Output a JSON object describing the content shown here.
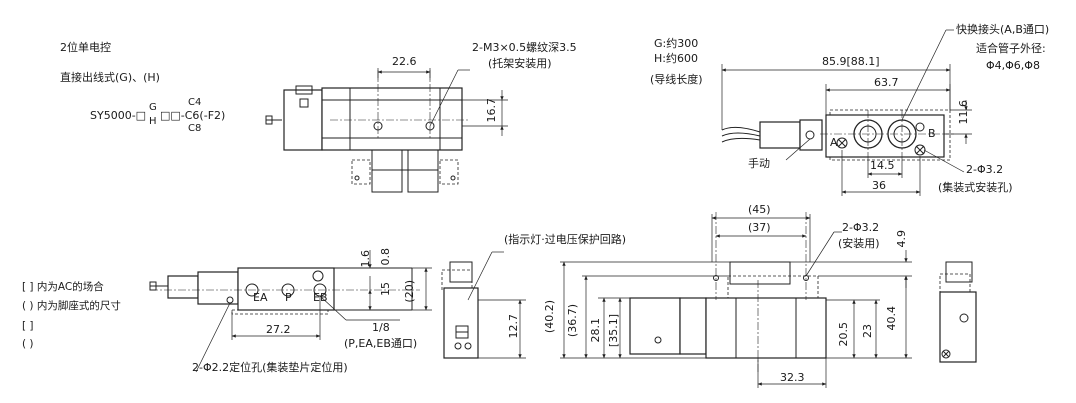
{
  "title_block": {
    "model_type": "2位单电控",
    "wiring_type": "直接出线式(G)、(H)",
    "model_prefix": "SY5000-□",
    "model_g": "G",
    "model_h": "H",
    "model_mid": "□□-C6(-F2)",
    "model_c4": "C4",
    "model_c8": "C8"
  },
  "legend": {
    "row1_bracket": "[  ]",
    "row1_text": "内为AC的场合",
    "row2_bracket": "(  )",
    "row2_text": "内为脚座式的尺寸",
    "row3_bracket": "[  ]",
    "row4_bracket": "(  )"
  },
  "top_view": {
    "dim_width": "22.6",
    "dim_height": "16.7",
    "screw_note": "2-M3×0.5螺纹深3.5",
    "screw_note2": "(托架安装用)"
  },
  "top_right_view": {
    "lead_g": "G:约300",
    "lead_h": "H:约600",
    "lead_note": "(导线长度)",
    "dim_overall": "85.9[88.1]",
    "dim_637": "63.7",
    "dim_116": "11.6",
    "dim_145": "14.5",
    "dim_36": "36",
    "label_a": "A",
    "label_b": "B",
    "fitting_note": "快换接头(A,B通口)",
    "tube_note": "适合管子外径:",
    "tube_sizes": "Φ4,Φ6,Φ8",
    "manual": "手动",
    "holes": "2-Φ3.2",
    "holes_note": "(集装式安装孔)"
  },
  "front_view": {
    "dim_16": "1.6",
    "dim_08": "0.8",
    "dim_15": "15",
    "dim_20": "(20)",
    "dim_272": "27.2",
    "port_ea": "EA",
    "port_p": "P",
    "port_eb": "EB",
    "port_size": "1/8",
    "port_note": "(P,EA,EB通口)",
    "pin_note": "2-Φ2.2定位孔(集装垫片定位用)"
  },
  "side_view_small": {
    "dim_127": "12.7",
    "indicator_note": "(指示灯·过电压保护回路)"
  },
  "foot_view": {
    "dim_45": "(45)",
    "dim_37": "(37)",
    "dim_49": "4.9",
    "holes": "2-Φ3.2",
    "holes_note": "(安装用)",
    "dim_402": "(40.2)",
    "dim_367": "(36.7)",
    "dim_281": "28.1",
    "dim_351": "[35.1]",
    "dim_205": "20.5",
    "dim_23": "23",
    "dim_404": "40.4",
    "dim_323": "32.3"
  }
}
